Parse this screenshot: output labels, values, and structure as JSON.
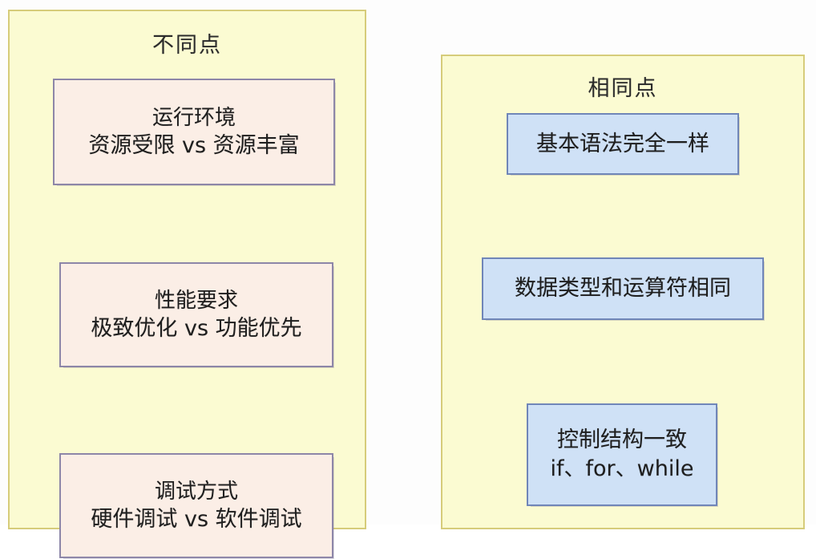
{
  "diagram": {
    "type": "two-column comparison diagram",
    "background_color": "#fdfdfd",
    "panels": [
      {
        "id": "differences",
        "title": "不同点",
        "fill_color": "#fbfbd2",
        "border_color": "#d6cc7a",
        "items": [
          {
            "line_1": "运行环境",
            "line_2": "资源受限 vs 资源丰富",
            "fill_color": "#fbeee6",
            "border_color": "#8d86a8"
          },
          {
            "line_1": "性能要求",
            "line_2": "极致优化 vs 功能优先",
            "fill_color": "#fbeee6",
            "border_color": "#8d86a8"
          },
          {
            "line_1": "调试方式",
            "line_2": "硬件调试 vs 软件调试",
            "fill_color": "#fbeee6",
            "border_color": "#8d86a8"
          }
        ]
      },
      {
        "id": "similarities",
        "title": "相同点",
        "fill_color": "#fbfbd2",
        "border_color": "#d6cc7a",
        "items": [
          {
            "line_1": "基本语法完全一样",
            "line_2": "",
            "fill_color": "#cfe1f6",
            "border_color": "#7086b8"
          },
          {
            "line_1": "数据类型和运算符相同",
            "line_2": "",
            "fill_color": "#cfe1f6",
            "border_color": "#7086b8"
          },
          {
            "line_1": "控制结构一致",
            "line_2": "if、for、while",
            "fill_color": "#cfe1f6",
            "border_color": "#7086b8"
          }
        ]
      }
    ]
  }
}
